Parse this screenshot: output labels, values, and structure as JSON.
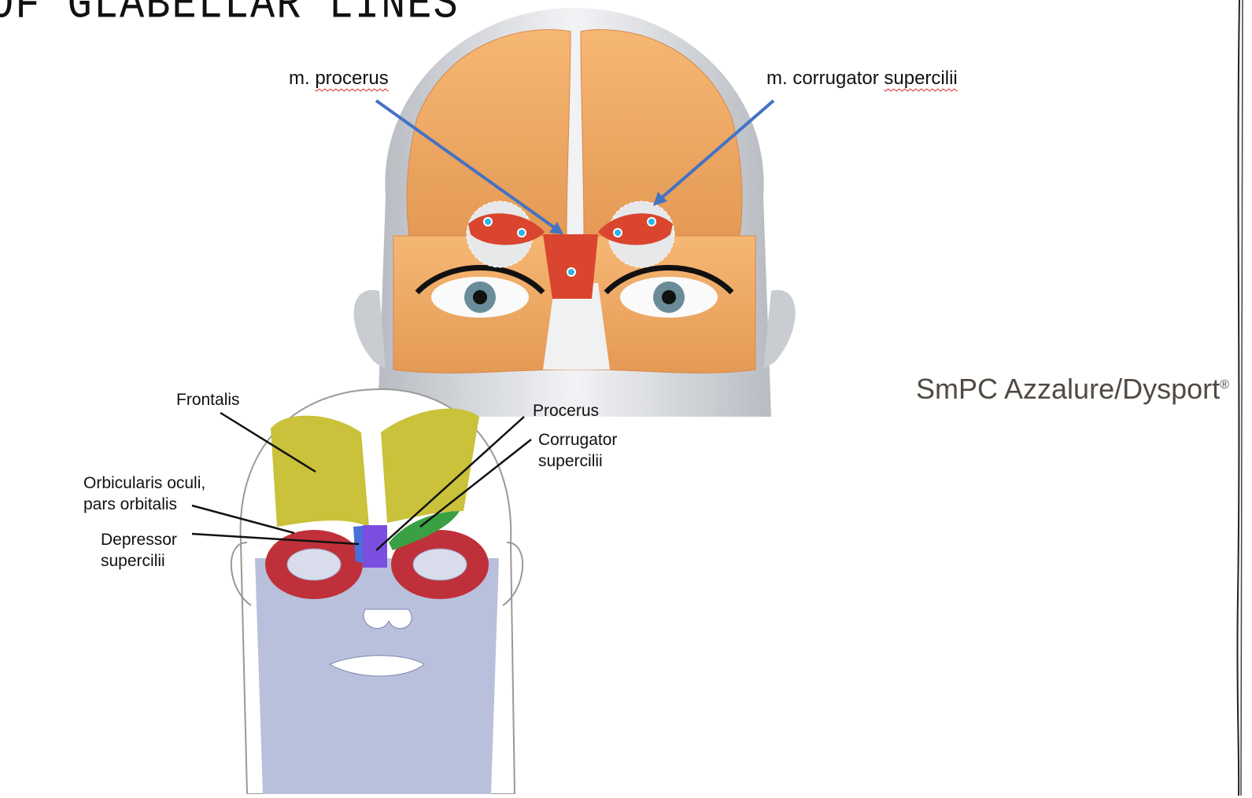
{
  "slide": {
    "title": "OF GLABELLAR LINES"
  },
  "top_figure": {
    "label_procerus_prefix": "m. ",
    "label_procerus_word": "procerus",
    "label_corrugator_prefix": "m. corrugator ",
    "label_corrugator_word": "supercilii",
    "arrow_color": "#4472c4",
    "muscle_color": "#e8a05a",
    "target_muscle_color": "#d9452e"
  },
  "bottom_figure": {
    "labels": {
      "frontalis": "Frontalis",
      "procerus": "Procerus",
      "corrugator": "Corrugator\nsupercilii",
      "orbicularis": "Orbicularis oculi,\npars orbitalis",
      "depressor": "Depressor\nsupercilii"
    },
    "colors": {
      "frontalis": "#c9c23a",
      "orbicularis": "#c0303a",
      "procerus": "#7a4fe0",
      "corrugator": "#3aa043",
      "depressor": "#4a6fd8",
      "face": "#b9c0dc"
    }
  },
  "source_note": {
    "text": "SmPC Azzalure/Dysport",
    "mark": "®"
  }
}
